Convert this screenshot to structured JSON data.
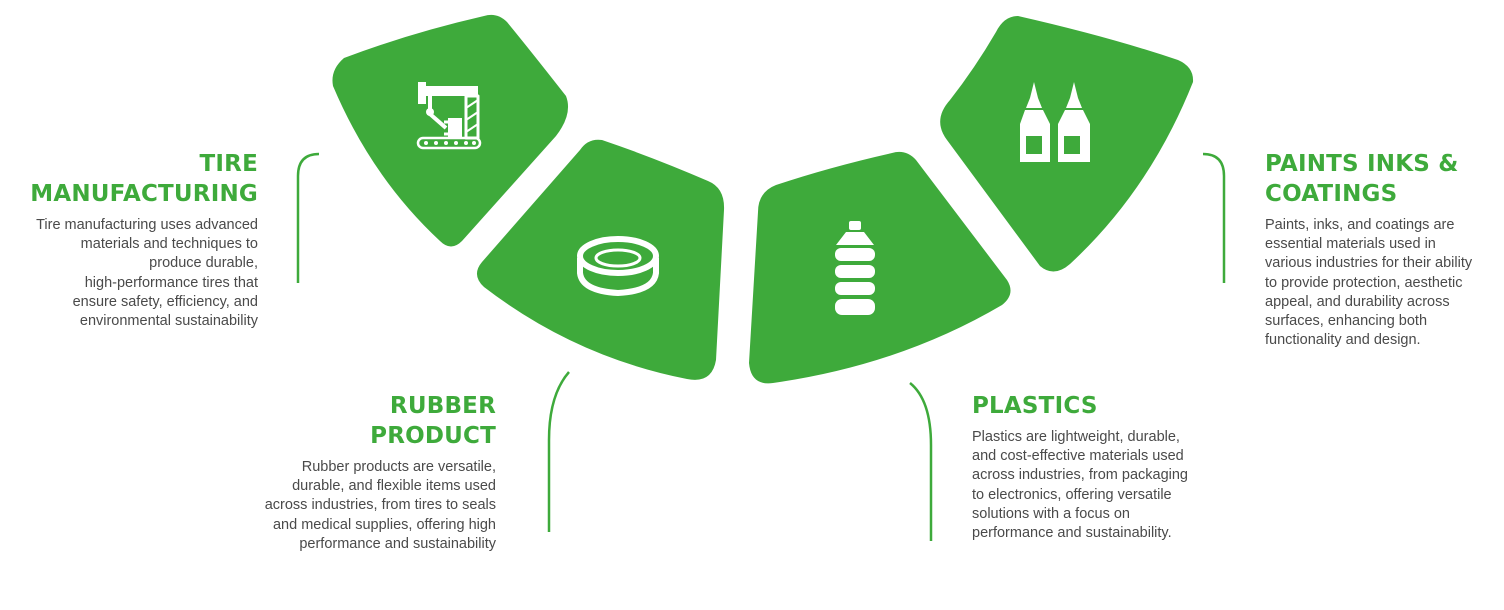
{
  "colors": {
    "accent": "#3eaa3b",
    "icon": "#ffffff",
    "text": "#4a4a4a"
  },
  "segments": [
    {
      "id": "tire",
      "icon": "robotic-assembly-icon",
      "title_lines": [
        "TIRE",
        "MANUFACTURING"
      ],
      "description_lines": [
        "Tire manufacturing uses advanced",
        "materials and techniques to",
        "produce durable,",
        "high-performance tires that",
        "ensure safety, efficiency, and",
        "environmental sustainability"
      ]
    },
    {
      "id": "rubber",
      "icon": "rubber-ring-icon",
      "title_lines": [
        "RUBBER",
        "PRODUCT"
      ],
      "description_lines": [
        "Rubber products are versatile,",
        "durable, and flexible items used",
        "across industries, from tires to seals",
        "and medical supplies, offering high",
        "performance and sustainability"
      ]
    },
    {
      "id": "plastics",
      "icon": "plastic-bottle-icon",
      "title_lines": [
        "PLASTICS"
      ],
      "description_lines": [
        "Plastics are lightweight, durable,",
        "and cost-effective materials used",
        "across industries, from packaging",
        "to electronics, offering versatile",
        "solutions with a focus on",
        "performance and sustainability."
      ]
    },
    {
      "id": "paints",
      "icon": "paint-bottles-icon",
      "title_lines": [
        "PAINTS INKS &",
        "COATINGS"
      ],
      "description_lines": [
        "Paints, inks, and coatings are",
        "essential materials used in",
        "various industries for their ability",
        "to provide protection, aesthetic",
        "appeal, and durability across",
        "surfaces, enhancing both",
        "functionality and design."
      ]
    }
  ]
}
